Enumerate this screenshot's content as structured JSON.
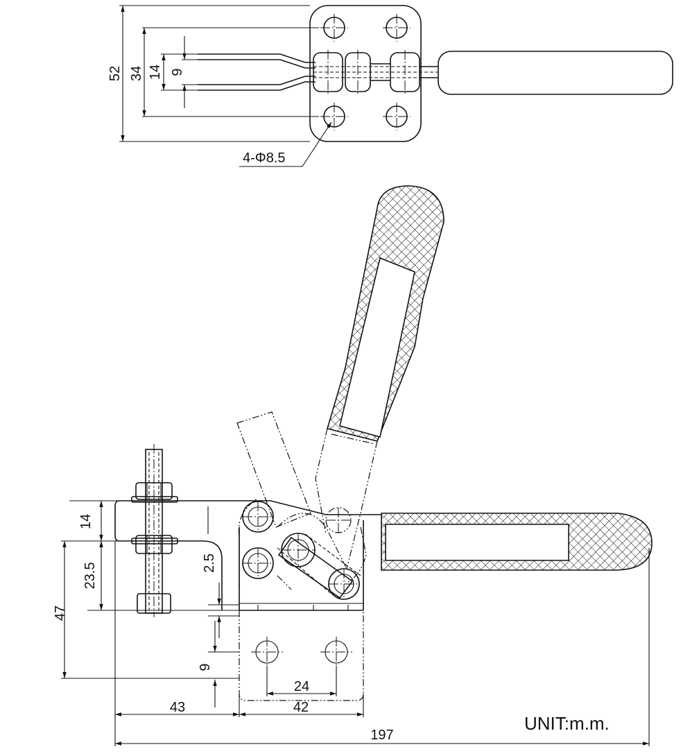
{
  "dimensions": {
    "top_52": "52",
    "top_34": "34",
    "top_14": "14",
    "top_9": "9",
    "holes": "4-Φ8.5",
    "side_14": "14",
    "side_23_5": "23.5",
    "side_47": "47",
    "side_2_5": "2.5",
    "side_9": "9",
    "base_24": "24",
    "base_42": "42",
    "base_43": "43",
    "overall_197": "197"
  },
  "unit_label": "UNIT:m.m."
}
